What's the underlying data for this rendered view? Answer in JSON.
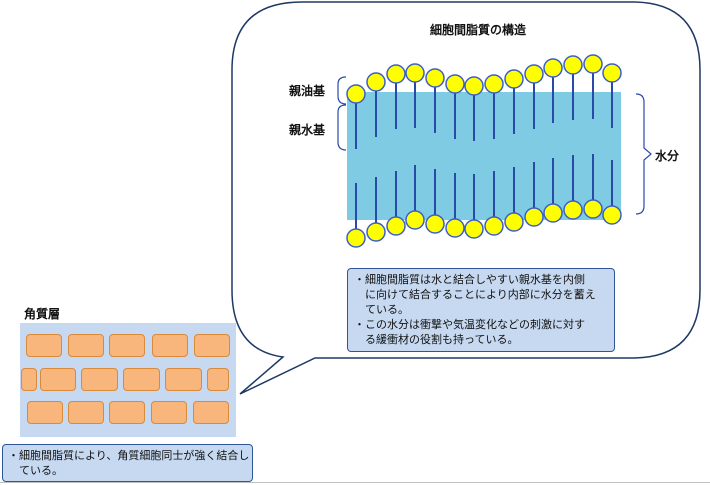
{
  "lipid_diagram": {
    "title": "細胞間脂質の構造",
    "label_lipophilic": "親油基",
    "label_hydrophilic": "親水基",
    "label_water": "水分",
    "colors": {
      "water": "#7ecbe3",
      "head": "#ffff00",
      "head_border": "#3b5fc7",
      "tail": "#2a4aa8"
    }
  },
  "lipid_note": {
    "lines": [
      "・細胞間脂質は水と結合しやすい親水基を内側",
      "　に向けて結合することにより内部に水分を蓄え",
      "　ている。",
      "・この水分は衝撃や気温変化などの刺激に対す",
      "　る緩衝材の役割も持っている。"
    ]
  },
  "stratum_corneum": {
    "title": "角質層",
    "colors": {
      "background": "#c6d9f1",
      "cell": "#f8b57c",
      "cell_border": "#d98a3a"
    }
  },
  "stratum_note": {
    "lines": [
      "・細胞間脂質により、角質細胞同士が強く結合し",
      "　ている。"
    ]
  }
}
